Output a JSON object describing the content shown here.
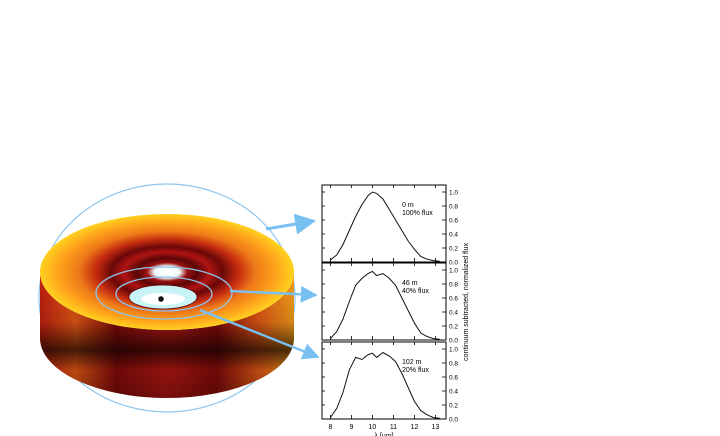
{
  "colors": {
    "ring_outline": "#8ec5ec",
    "arrow": "#79c0f2",
    "disk_dark": "#4a0505",
    "disk_red": "#a81410",
    "disk_orange": "#f07a18",
    "disk_yellow": "#ffd21f",
    "inner_hole": "#c8f4f8"
  },
  "icons": [
    "arrow-right-icon"
  ],
  "chart_data": {
    "type": "line",
    "x_axis": {
      "label": "λ [μm]",
      "range": [
        7.6,
        13.5
      ],
      "ticks": [
        8,
        9,
        10,
        11,
        12,
        13
      ]
    },
    "y_axis": {
      "label": "continuum subtracted, normalized flux",
      "side": "right",
      "range": [
        0.0,
        1.1
      ],
      "ticks": [
        0.0,
        0.2,
        0.4,
        0.6,
        0.8,
        1.0
      ],
      "tick_labels": [
        "0.0",
        "0.2",
        "0.4",
        "0.6",
        "0.8",
        "1.0"
      ]
    },
    "grid": false,
    "panels": [
      {
        "annotation": [
          "0 m",
          "100% flux"
        ],
        "x": [
          8.0,
          8.3,
          8.6,
          8.9,
          9.2,
          9.5,
          9.8,
          10.0,
          10.2,
          10.5,
          10.8,
          11.1,
          11.4,
          11.7,
          12.0,
          12.3,
          12.6,
          12.9,
          13.2
        ],
        "y": [
          0.03,
          0.1,
          0.25,
          0.45,
          0.65,
          0.82,
          0.95,
          1.0,
          0.98,
          0.9,
          0.75,
          0.6,
          0.45,
          0.3,
          0.18,
          0.08,
          0.04,
          0.02,
          0.01
        ]
      },
      {
        "annotation": [
          "46 m",
          "40% flux"
        ],
        "x": [
          8.0,
          8.3,
          8.6,
          8.9,
          9.2,
          9.5,
          9.8,
          10.0,
          10.2,
          10.5,
          10.8,
          11.1,
          11.4,
          11.7,
          12.0,
          12.3,
          12.6,
          12.9,
          13.2
        ],
        "y": [
          0.02,
          0.12,
          0.3,
          0.55,
          0.78,
          0.88,
          0.95,
          0.98,
          0.92,
          0.95,
          0.88,
          0.78,
          0.6,
          0.42,
          0.24,
          0.1,
          0.05,
          0.02,
          0.01
        ]
      },
      {
        "annotation": [
          "102 m",
          "20% flux"
        ],
        "x": [
          8.0,
          8.3,
          8.6,
          8.9,
          9.2,
          9.5,
          9.8,
          10.0,
          10.2,
          10.5,
          10.8,
          11.1,
          11.4,
          11.7,
          12.0,
          12.3,
          12.6,
          12.9,
          13.2
        ],
        "y": [
          0.02,
          0.15,
          0.38,
          0.7,
          0.88,
          0.85,
          0.92,
          0.94,
          0.88,
          0.95,
          0.9,
          0.82,
          0.65,
          0.45,
          0.25,
          0.12,
          0.06,
          0.02,
          0.01
        ]
      }
    ]
  }
}
